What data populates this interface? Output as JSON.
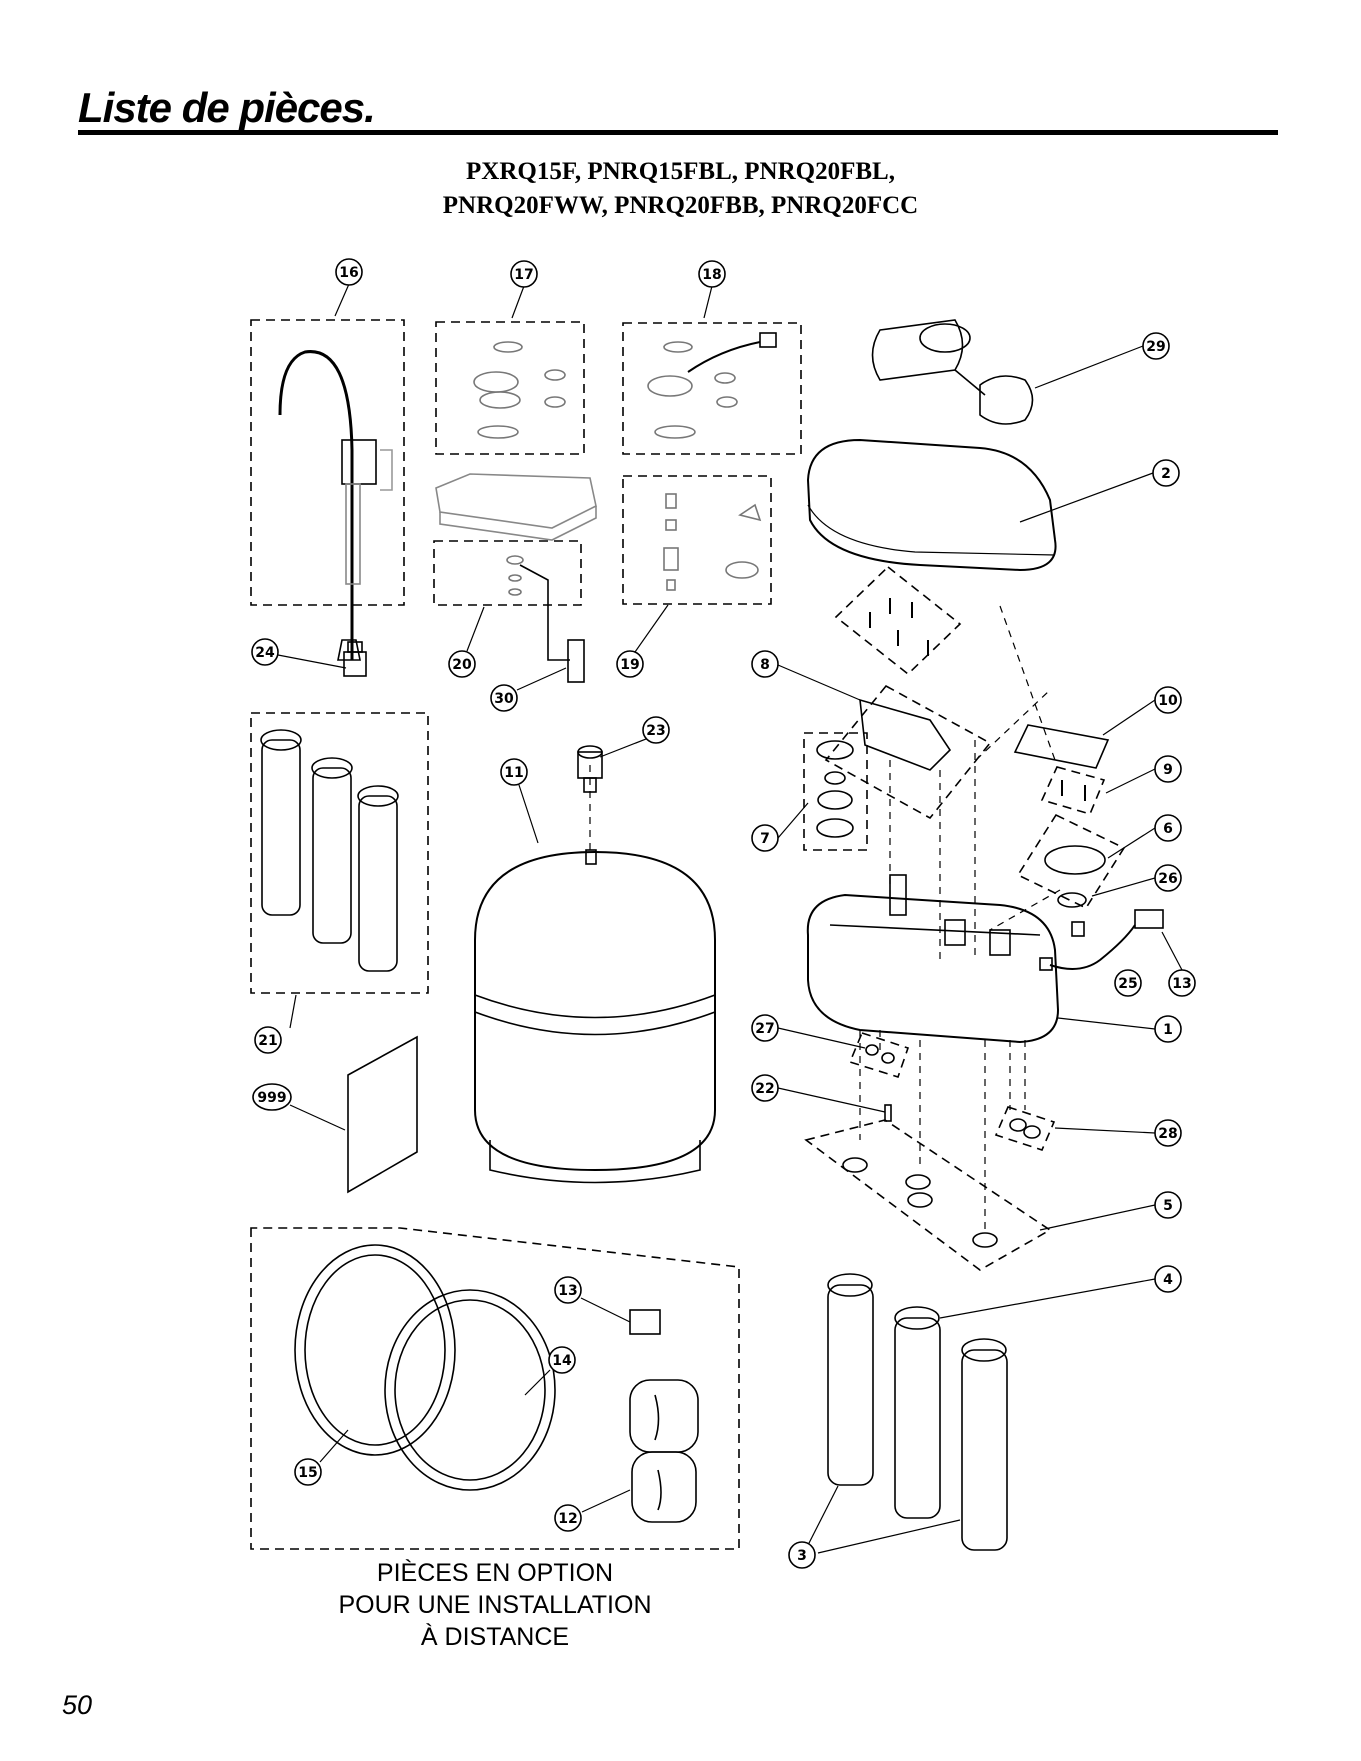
{
  "page": {
    "title": "Liste de pièces.",
    "models_line1": "PXRQ15F, PNRQ15FBL, PNRQ20FBL,",
    "models_line2": "PNRQ20FWW, PNRQ20FBB, PNRQ20FCC",
    "caption_line1": "PIÈCES EN OPTION",
    "caption_line2": "POUR UNE INSTALLATION",
    "caption_line3": "À DISTANCE",
    "page_number": "50"
  },
  "callouts": {
    "c16": "16",
    "c17": "17",
    "c18": "18",
    "c29": "29",
    "c2": "2",
    "c24": "24",
    "c20": "20",
    "c30": "30",
    "c19": "19",
    "c8": "8",
    "c10": "10",
    "c9": "9",
    "c6": "6",
    "c26": "26",
    "c23": "23",
    "c11": "11",
    "c7": "7",
    "c25": "25",
    "c13a": "13",
    "c1": "1",
    "c21": "21",
    "c999": "999",
    "c27": "27",
    "c22": "22",
    "c28": "28",
    "c5": "5",
    "c4": "4",
    "c13b": "13",
    "c14": "14",
    "c15": "15",
    "c12": "12",
    "c3": "3"
  }
}
